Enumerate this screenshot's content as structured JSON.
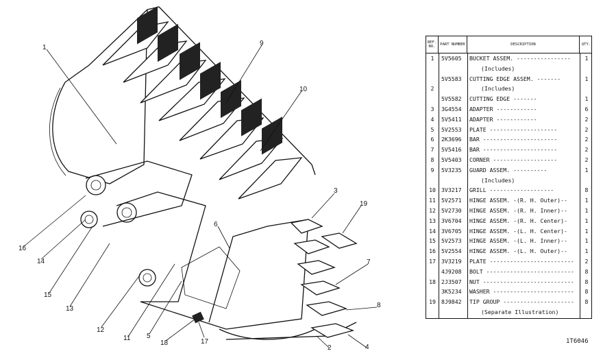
{
  "callouts": [
    "1",
    "9",
    "10",
    "3",
    "19",
    "6",
    "7",
    "8",
    "4",
    "2",
    "17",
    "18",
    "5",
    "11",
    "12",
    "13",
    "15",
    "14",
    "16"
  ],
  "table": {
    "headers": {
      "ref": "REF. NO.",
      "part": "PART NUMBER",
      "desc": "DESCRIPTION",
      "qty": "QTY."
    },
    "rows": [
      {
        "ref": "1",
        "part": "5V5605",
        "desc": "BUCKET ASSEM. ----------------",
        "qty": "1"
      },
      {
        "ref": "",
        "part": "",
        "desc": "(Includes)",
        "qty": ""
      },
      {
        "ref": "",
        "part": "5V5583",
        "desc": "CUTTING EDGE ASSEM. -------",
        "qty": "1"
      },
      {
        "ref": "2",
        "part": "",
        "desc": "(Includes)",
        "qty": ""
      },
      {
        "ref": "",
        "part": "5V5582",
        "desc": "CUTTING EDGE -------",
        "qty": "1"
      },
      {
        "ref": "3",
        "part": "3G4554",
        "desc": "ADAPTER ------------",
        "qty": "6"
      },
      {
        "ref": "4",
        "part": "5V5411",
        "desc": "ADAPTER ------------",
        "qty": "2"
      },
      {
        "ref": "5",
        "part": "5V2553",
        "desc": "PLATE --------------------",
        "qty": "2"
      },
      {
        "ref": "6",
        "part": "2K3696",
        "desc": "BAR ----------------------",
        "qty": "2"
      },
      {
        "ref": "7",
        "part": "5V5416",
        "desc": "BAR ----------------------",
        "qty": "2"
      },
      {
        "ref": "8",
        "part": "5V5403",
        "desc": "CORNER -------------------",
        "qty": "2"
      },
      {
        "ref": "9",
        "part": "5V3235",
        "desc": "GUARD ASSEM. ----------",
        "qty": "1"
      },
      {
        "ref": "",
        "part": "",
        "desc": "(Includes)",
        "qty": ""
      },
      {
        "ref": "10",
        "part": "3V3217",
        "desc": "GRILL -------------------",
        "qty": "8"
      },
      {
        "ref": "11",
        "part": "5V2571",
        "desc": "HINGE ASSEM. -(R. H. Outer)--",
        "qty": "1"
      },
      {
        "ref": "12",
        "part": "5V2730",
        "desc": "HINGE ASSEM. -(R. H. Inner)--",
        "qty": "1"
      },
      {
        "ref": "13",
        "part": "3V6704",
        "desc": "HINGE ASSEM. -(R. H. Center)-",
        "qty": "1"
      },
      {
        "ref": "14",
        "part": "3V6705",
        "desc": "HINGE ASSEM. -(L. H. Center)-",
        "qty": "1"
      },
      {
        "ref": "15",
        "part": "5V2573",
        "desc": "HINGE ASSEM. -(L. H. Inner)--",
        "qty": "1"
      },
      {
        "ref": "16",
        "part": "5V2554",
        "desc": "HINGE ASSEM. -(L. H. Outer)--",
        "qty": "1"
      },
      {
        "ref": "17",
        "part": "3V3219",
        "desc": "PLATE -------------------------",
        "qty": "2"
      },
      {
        "ref": "",
        "part": "4J9208",
        "desc": "BOLT --------------------------",
        "qty": "8"
      },
      {
        "ref": "18",
        "part": "2J3507",
        "desc": "NUT ---------------------------",
        "qty": "8"
      },
      {
        "ref": "",
        "part": "3K5234",
        "desc": "WASHER ------------------------",
        "qty": "8"
      },
      {
        "ref": "19",
        "part": "8J9842",
        "desc": "TIP GROUP ---------------------",
        "qty": "8"
      },
      {
        "ref": "",
        "part": "",
        "desc": "(Separate Illustration)",
        "qty": ""
      }
    ]
  },
  "drawing_code": "1T6046"
}
